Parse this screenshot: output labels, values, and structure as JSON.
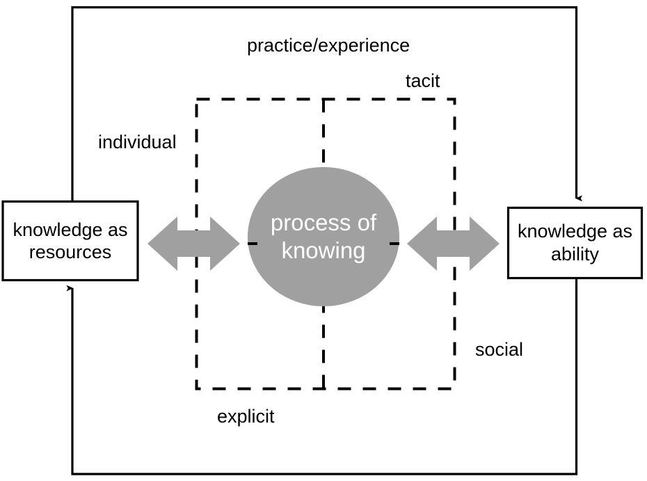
{
  "diagram": {
    "title": "process of knowing",
    "colors": {
      "circle_fill": "#a0a0a0",
      "arrow_fill": "#a0a0a0",
      "line": "#000000",
      "box_fill": "#ffffff",
      "circle_text": "#ffffff",
      "label_text": "#000000"
    },
    "center_node": {
      "name": "process-of-knowing",
      "line1": "process of",
      "line2": "knowing",
      "shape": "ellipse"
    },
    "boxes": [
      {
        "name": "knowledge-as-resources",
        "line1": "knowledge as",
        "line2": "resources",
        "side": "left"
      },
      {
        "name": "knowledge-as-ability",
        "line1": "knowledge as",
        "line2": "ability",
        "side": "right"
      }
    ],
    "axis_labels": {
      "top": "practice/experience",
      "tacit": "tacit",
      "individual": "individual",
      "social": "social",
      "explicit": "explicit"
    },
    "connectors": [
      {
        "name": "arrow-left-bidirectional",
        "type": "double-headed-arrow"
      },
      {
        "name": "arrow-right-bidirectional",
        "type": "double-headed-arrow"
      },
      {
        "name": "feedback-loop-top",
        "type": "single-arrow",
        "from": "knowledge as resources",
        "to": "knowledge as ability"
      },
      {
        "name": "feedback-loop-bottom",
        "type": "single-arrow",
        "from": "knowledge as ability",
        "to": "knowledge as resources"
      }
    ],
    "quadrant_frame": {
      "name": "dashed-quadrant-frame",
      "style": "dashed",
      "divider_vertical": true,
      "divider_horizontal": false
    }
  }
}
